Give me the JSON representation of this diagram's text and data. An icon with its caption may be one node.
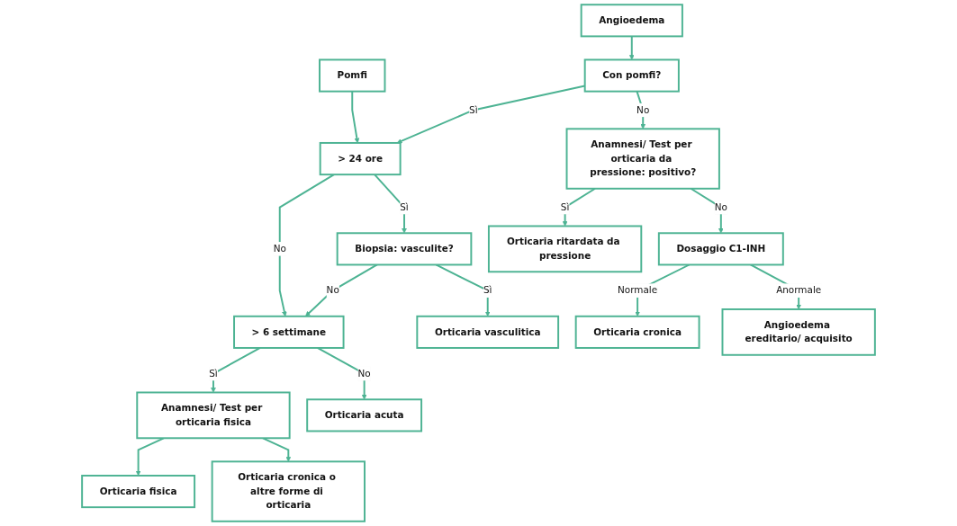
{
  "diagram": {
    "nodes": [
      {
        "text": [
          "Pomfi"
        ]
      },
      {
        "text": [
          "Angioedema"
        ]
      },
      {
        "text": [
          "> 24 ore"
        ]
      },
      {
        "text": [
          "Con pomfi?"
        ]
      },
      {
        "text": [
          "Biopsia: vasculite?"
        ]
      },
      {
        "text": [
          "> 6 settimane"
        ]
      },
      {
        "text": [
          "Anamnesi/ Test per orticaria da pressione: positivo?"
        ]
      },
      {
        "text": [
          "Anamnesi/ Test per orticaria fisica"
        ]
      },
      {
        "text": [
          "Dosaggio C1-INH"
        ]
      },
      {
        "text": [
          "Orticaria vasculitica"
        ]
      },
      {
        "text": [
          "Orticaria fisica"
        ]
      },
      {
        "text": [
          "Orticaria cronica o altre forme di orticaria"
        ]
      },
      {
        "text": [
          "Orticaria acuta"
        ]
      },
      {
        "text": [
          "Orticaria ritardata da pressione"
        ]
      },
      {
        "text": [
          "Orticaria cronica"
        ]
      },
      {
        "text": [
          "Angioedema ereditario/ acquisito"
        ]
      }
    ],
    "edges": [
      {
        "from": 0,
        "to": 2,
        "arrow": "to"
      },
      {
        "from": 1,
        "to": 3,
        "arrow": "to"
      },
      {
        "from": 3,
        "to": 2,
        "arrow": "to",
        "label": "Sì"
      },
      {
        "from": 3,
        "to": 6,
        "arrow": "to",
        "label": "No"
      },
      {
        "from": 2,
        "to": 4,
        "arrow": "to",
        "label": "Sì"
      },
      {
        "from": 2,
        "to": 5,
        "arrow": "to",
        "label": "No"
      },
      {
        "from": 4,
        "to": 5,
        "arrow": "to",
        "label": "No"
      },
      {
        "from": 4,
        "to": 9,
        "arrow": "to",
        "label": "Sì"
      },
      {
        "from": 5,
        "to": 7,
        "arrow": "to",
        "label": "Sì"
      },
      {
        "from": 5,
        "to": 12,
        "arrow": "to",
        "label": "No"
      },
      {
        "from": 7,
        "to": 10,
        "arrow": "to"
      },
      {
        "from": 7,
        "to": 11,
        "arrow": "to"
      },
      {
        "from": 6,
        "to": 13,
        "arrow": "to",
        "label": "Sì"
      },
      {
        "from": 6,
        "to": 8,
        "arrow": "to",
        "label": "No"
      },
      {
        "from": 8,
        "to": 14,
        "arrow": "to",
        "label": "Normale"
      },
      {
        "from": 8,
        "to": 15,
        "arrow": "to",
        "label": "Anormale"
      }
    ]
  }
}
